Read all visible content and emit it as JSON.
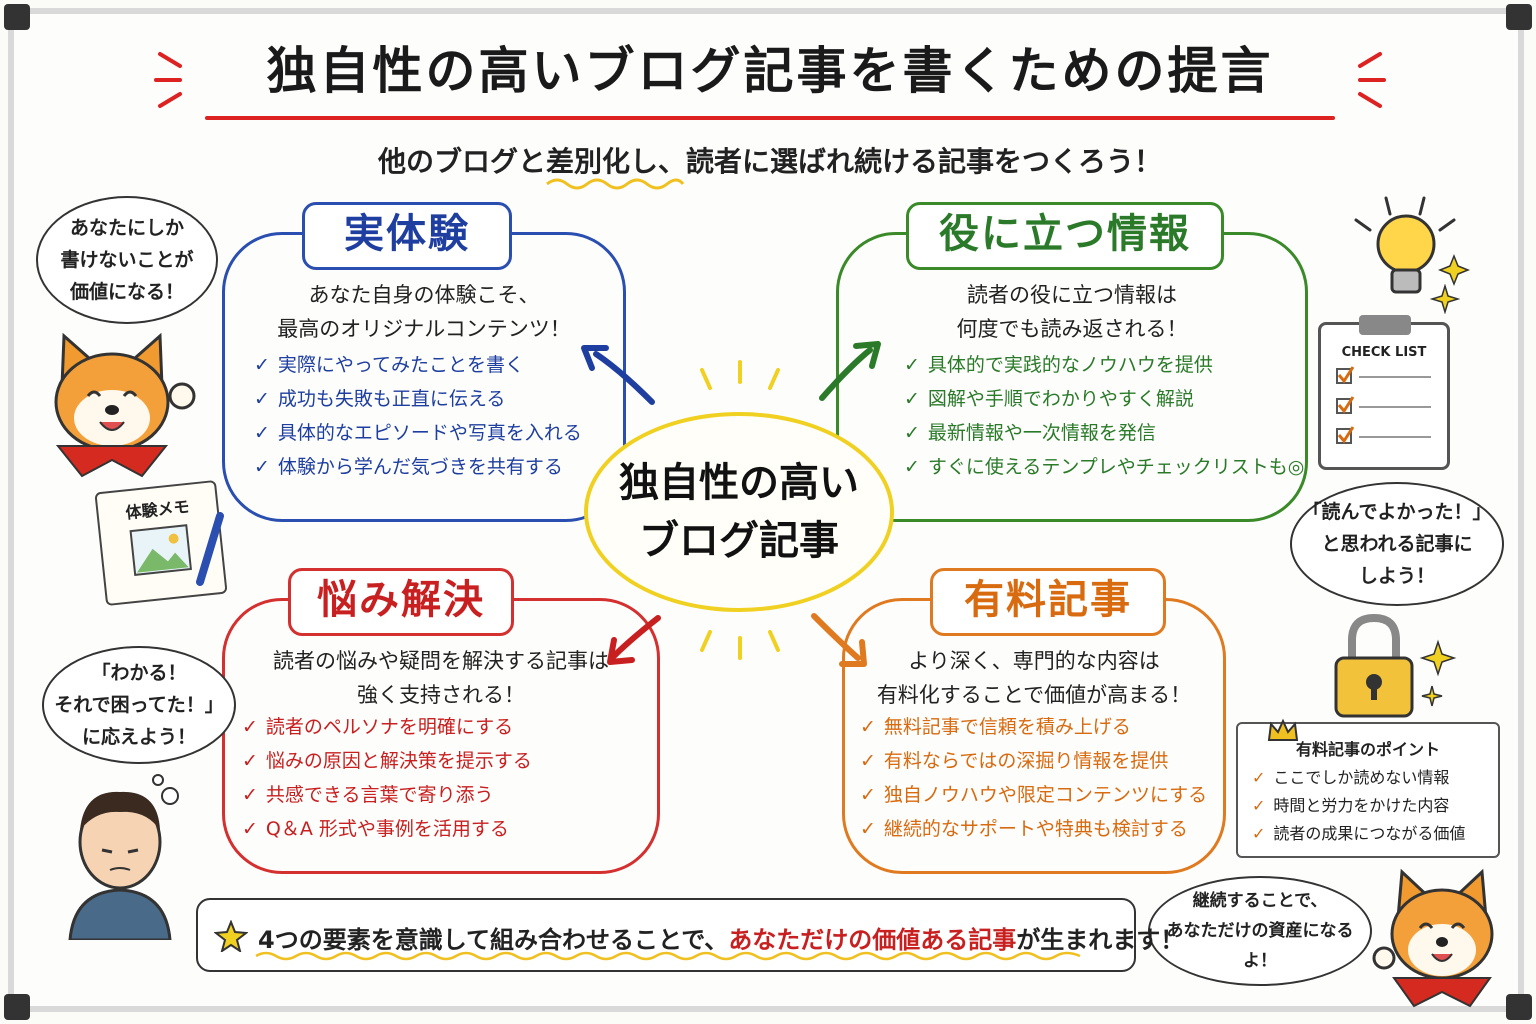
{
  "title": "独自性の高いブログ記事を書くための提言",
  "subtitle": "他のブログと差別化し、読者に選ばれ続ける記事をつくろう！",
  "center": {
    "line1": "独自性の高い",
    "line2": "ブログ記事"
  },
  "sections": {
    "experience": {
      "label": "実体験",
      "intro1": "あなた自身の体験こそ、",
      "intro2": "最高のオリジナルコンテンツ！",
      "items": [
        "実際にやってみたことを書く",
        "成功も失敗も正直に伝える",
        "具体的なエピソードや写真を入れる",
        "体験から学んだ気づきを共有する"
      ]
    },
    "useful": {
      "label": "役に立つ情報",
      "intro1": "読者の役に立つ情報は",
      "intro2": "何度でも読み返される！",
      "items": [
        "具体的で実践的なノウハウを提供",
        "図解や手順でわかりやすく解説",
        "最新情報や一次情報を発信",
        "すぐに使えるテンプレやチェックリストも◎"
      ]
    },
    "solve": {
      "label": "悩み解決",
      "intro1": "読者の悩みや疑問を解決する記事は",
      "intro2": "強く支持される！",
      "items": [
        "読者のペルソナを明確にする",
        "悩みの原因と解決策を提示する",
        "共感できる言葉で寄り添う",
        "Q＆A 形式や事例を活用する"
      ]
    },
    "paid": {
      "label": "有料記事",
      "intro1": "より深く、専門的な内容は",
      "intro2": "有料化することで価値が高まる！",
      "items": [
        "無料記事で信頼を積み上げる",
        "有料ならではの深掘り情報を提供",
        "独自ノウハウや限定コンテンツにする",
        "継続的なサポートや特典も検討する"
      ]
    }
  },
  "bubbles": {
    "top_left": [
      "あなたにしか",
      "書けないことが",
      "価値になる！"
    ],
    "mid_left": [
      "「わかる！",
      "それで困ってた！」",
      "に応えよう！"
    ],
    "mid_right": [
      "「読んでよかった！」",
      "と思われる記事に",
      "しよう！"
    ],
    "bottom_right": [
      "継続することで、",
      "あなただけの資産になるよ！"
    ]
  },
  "memo_label": "体験メモ",
  "checklist_label": "CHECK LIST",
  "point_box": {
    "title": "有料記事のポイント",
    "items": [
      "ここでしか読めない情報",
      "時間と労力をかけた内容",
      "読者の成果につながる価値"
    ]
  },
  "footer": {
    "before": "4つの要素を意識して組み合わせることで、",
    "highlight": "あなただけの価値ある記事",
    "after": "が生まれます！"
  },
  "check_mark": "✓",
  "colors": {
    "experience": "#2a4fb0",
    "useful": "#3a8a2a",
    "solve": "#d43030",
    "paid": "#e07a20",
    "center": "#f0d020",
    "accent": "#d22222"
  }
}
